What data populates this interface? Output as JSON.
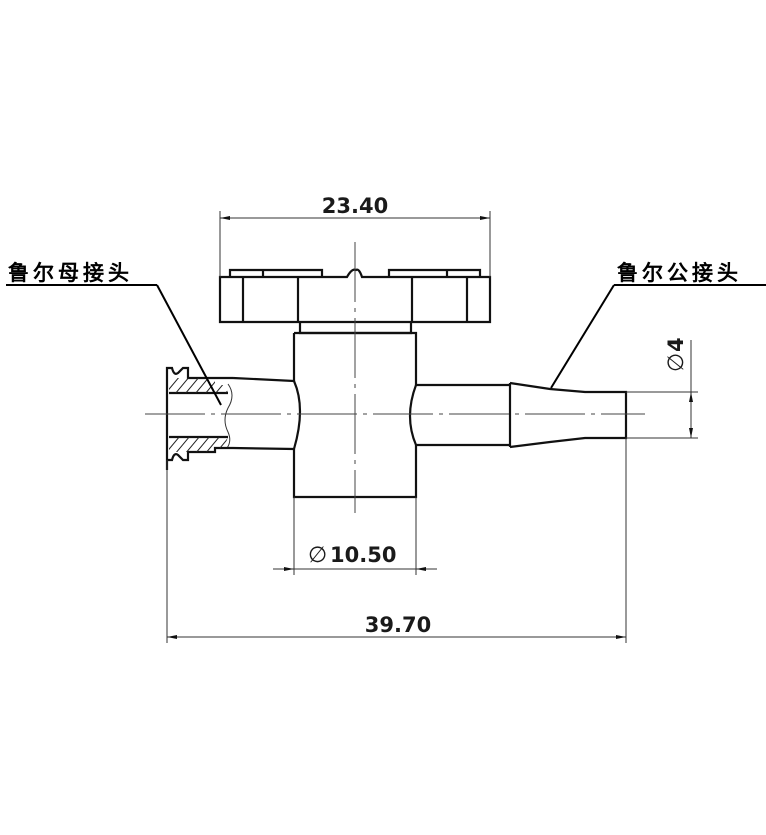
{
  "drawing": {
    "subject": "Stopcock valve with Luer connectors",
    "labels": {
      "left_callout": "鲁尔母接头",
      "right_callout": "鲁尔公接头"
    },
    "dimensions": {
      "handle_width": "23.40",
      "body_diameter": "10.50",
      "body_diameter_symbol": "∅",
      "overall_length": "39.70",
      "tip_diameter": "4",
      "tip_diameter_symbol": "∅"
    },
    "colors": {
      "line": "#111111",
      "background": "#ffffff"
    }
  }
}
